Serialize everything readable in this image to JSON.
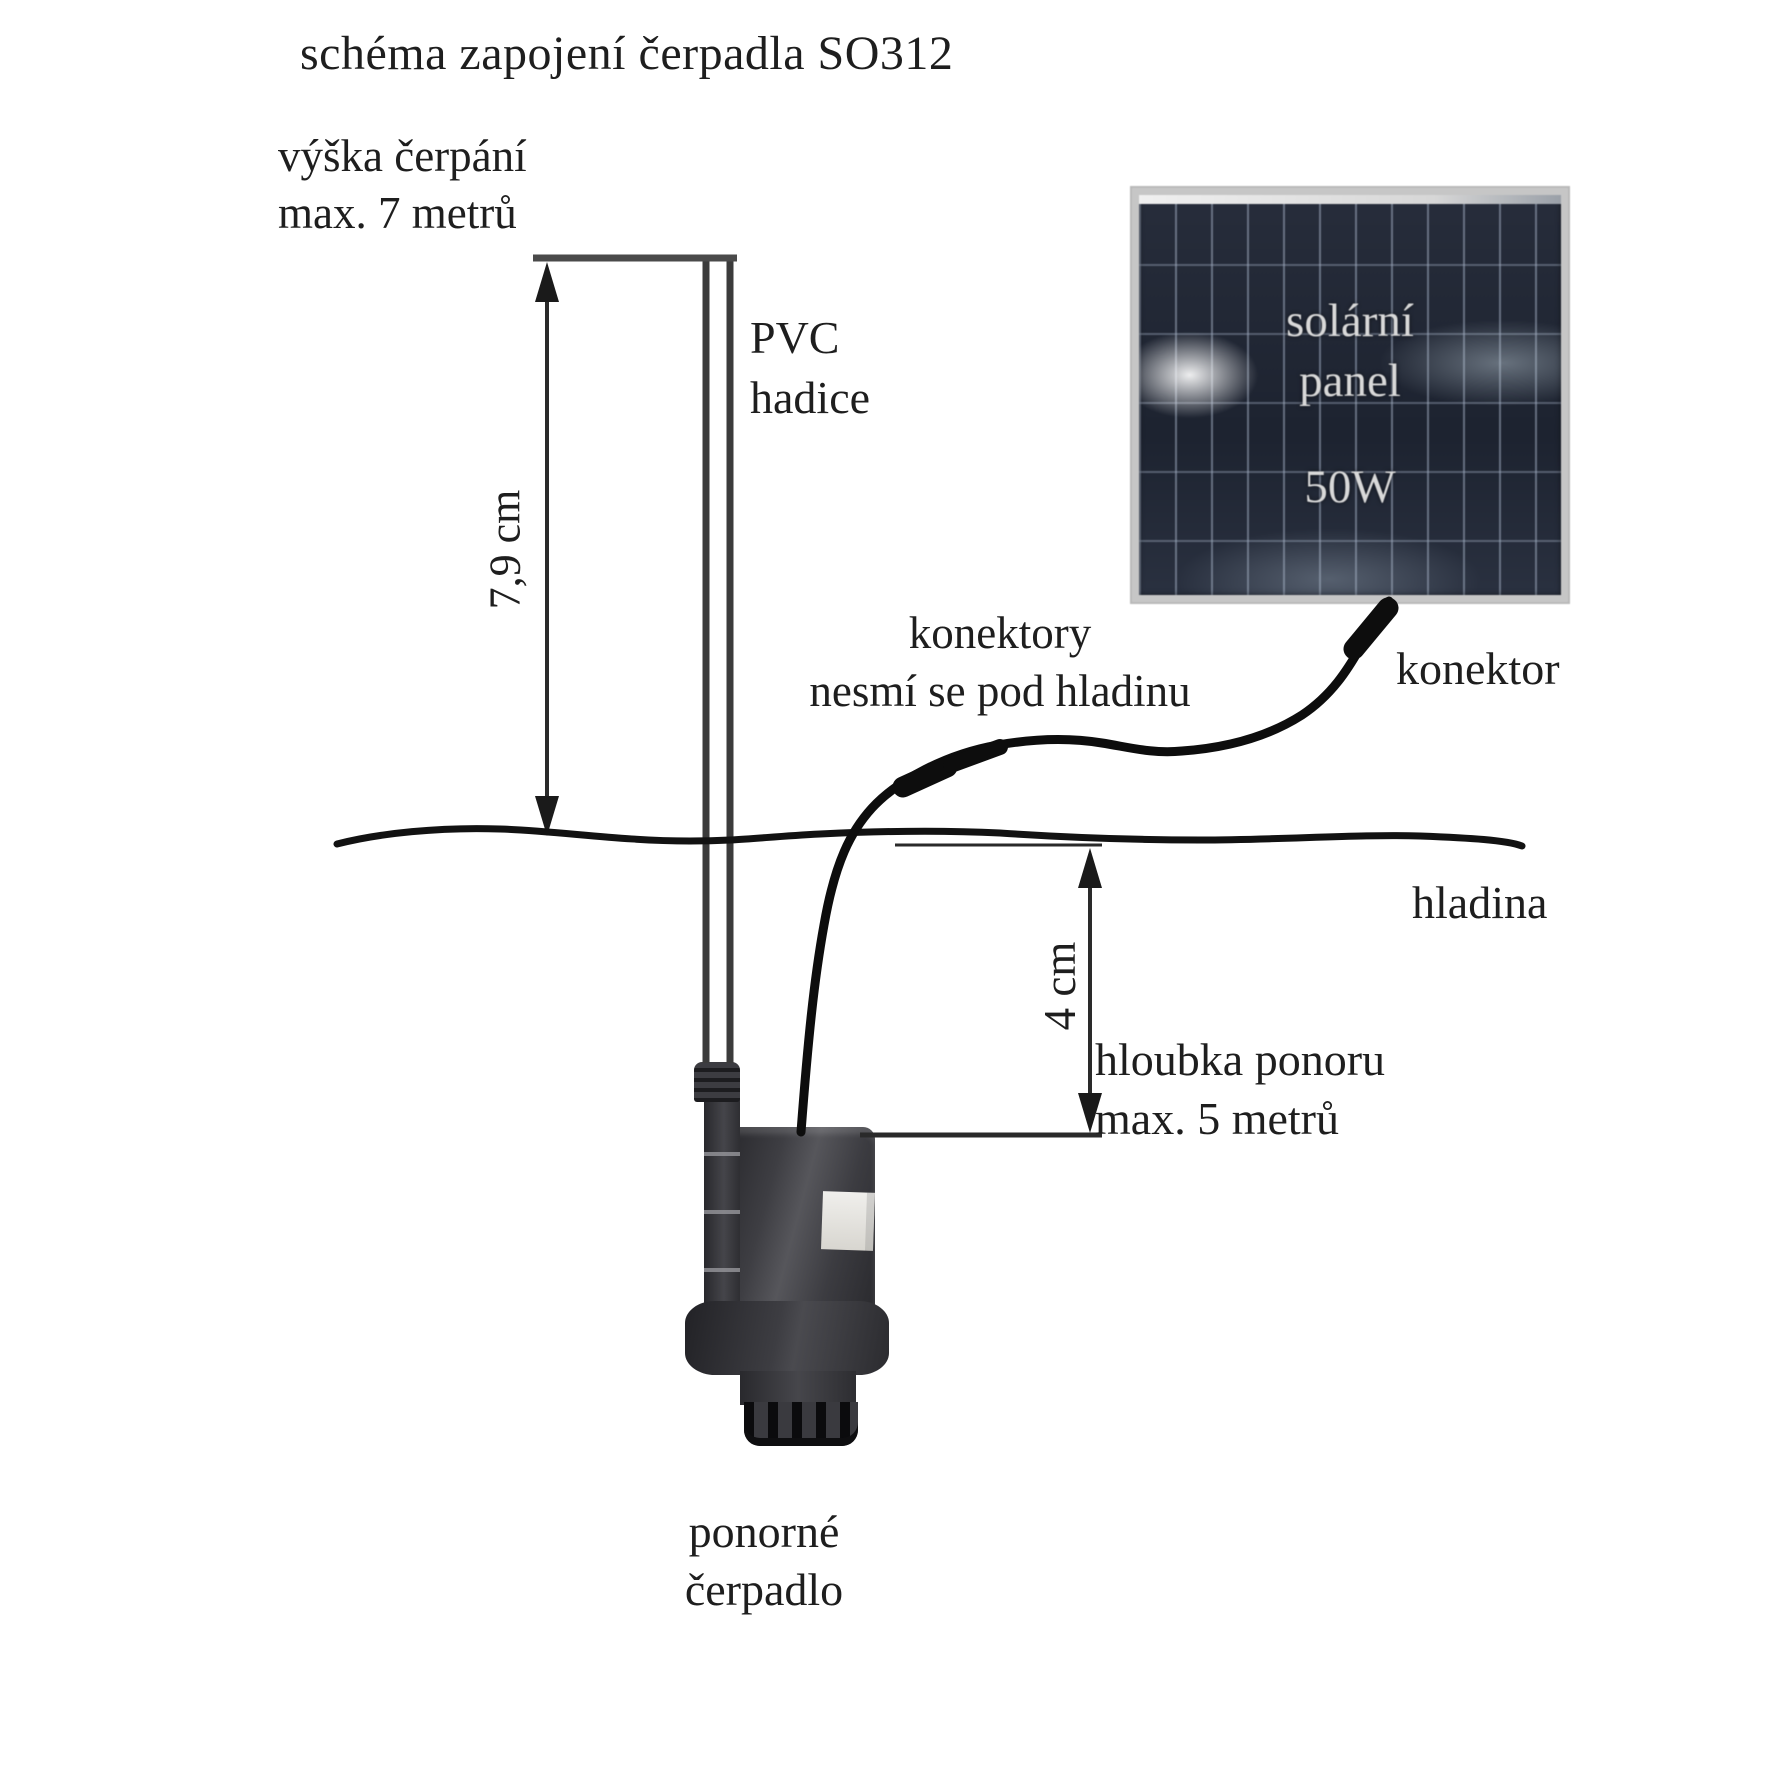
{
  "title": "schéma zapojení čerpadla SO312",
  "labels": {
    "pump_height_line1": "výška čerpání",
    "pump_height_line2": "max. 7 metrů",
    "pipe_line1": "PVC",
    "pipe_line2": "hadice",
    "dim_height": "7,9 cm",
    "connectors_line1": "konektory",
    "connectors_line2": "nesmí se pod hladinu",
    "connector": "konektor",
    "water_level": "hladina",
    "dim_depth": "4 cm",
    "immersion_line1": "hloubka ponoru",
    "immersion_line2": "max. 5 metrů",
    "pump_line1": "ponorné",
    "pump_line2": "čerpadlo"
  },
  "panel": {
    "label_line1": "solární",
    "label_line2": "panel",
    "power": "50W"
  },
  "colors": {
    "ink": "#1e1e1e",
    "line_gray": "#3b3b3b",
    "cable_black": "#0d0d0d",
    "panel_frame": "#c6c6c6",
    "panel_cell_dark": "#1d2330",
    "panel_text": "#d9d9d9",
    "pump_dark": "#2a2a2e",
    "pump_light": "#56565b"
  }
}
